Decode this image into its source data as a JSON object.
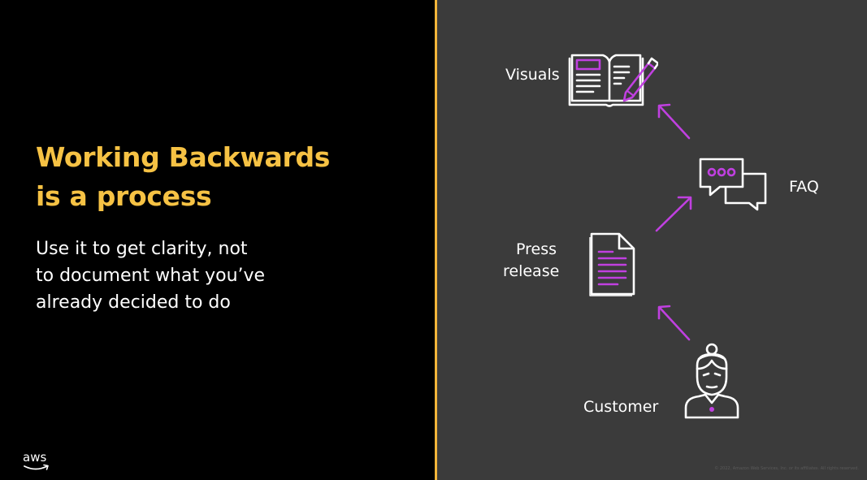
{
  "slide": {
    "title_line1": "Working Backwards",
    "title_line2": "is a process",
    "subtitle_line1": "Use it to get clarity, not",
    "subtitle_line2": "to document what you’ve",
    "subtitle_line3": "already decided to do",
    "logo_text": "aws",
    "copyright": "© 2022, Amazon Web Services, Inc. or its affiliates. All rights reserved."
  },
  "diagram": {
    "steps": [
      {
        "label": "Customer",
        "icon": "customer-icon"
      },
      {
        "label_line1": "Press",
        "label_line2": "release",
        "icon": "document-icon"
      },
      {
        "label": "FAQ",
        "icon": "chat-bubbles-icon"
      },
      {
        "label": "Visuals",
        "icon": "notebook-pencil-icon"
      }
    ],
    "arrow_icon": "arrow-up-left-icon"
  },
  "colors": {
    "title": "#f6c244",
    "divider": "#f4b63a",
    "accent": "#c040e0",
    "left_background": "#000000",
    "right_background": "#3b3b3b",
    "icon_stroke": "#ffffff"
  }
}
